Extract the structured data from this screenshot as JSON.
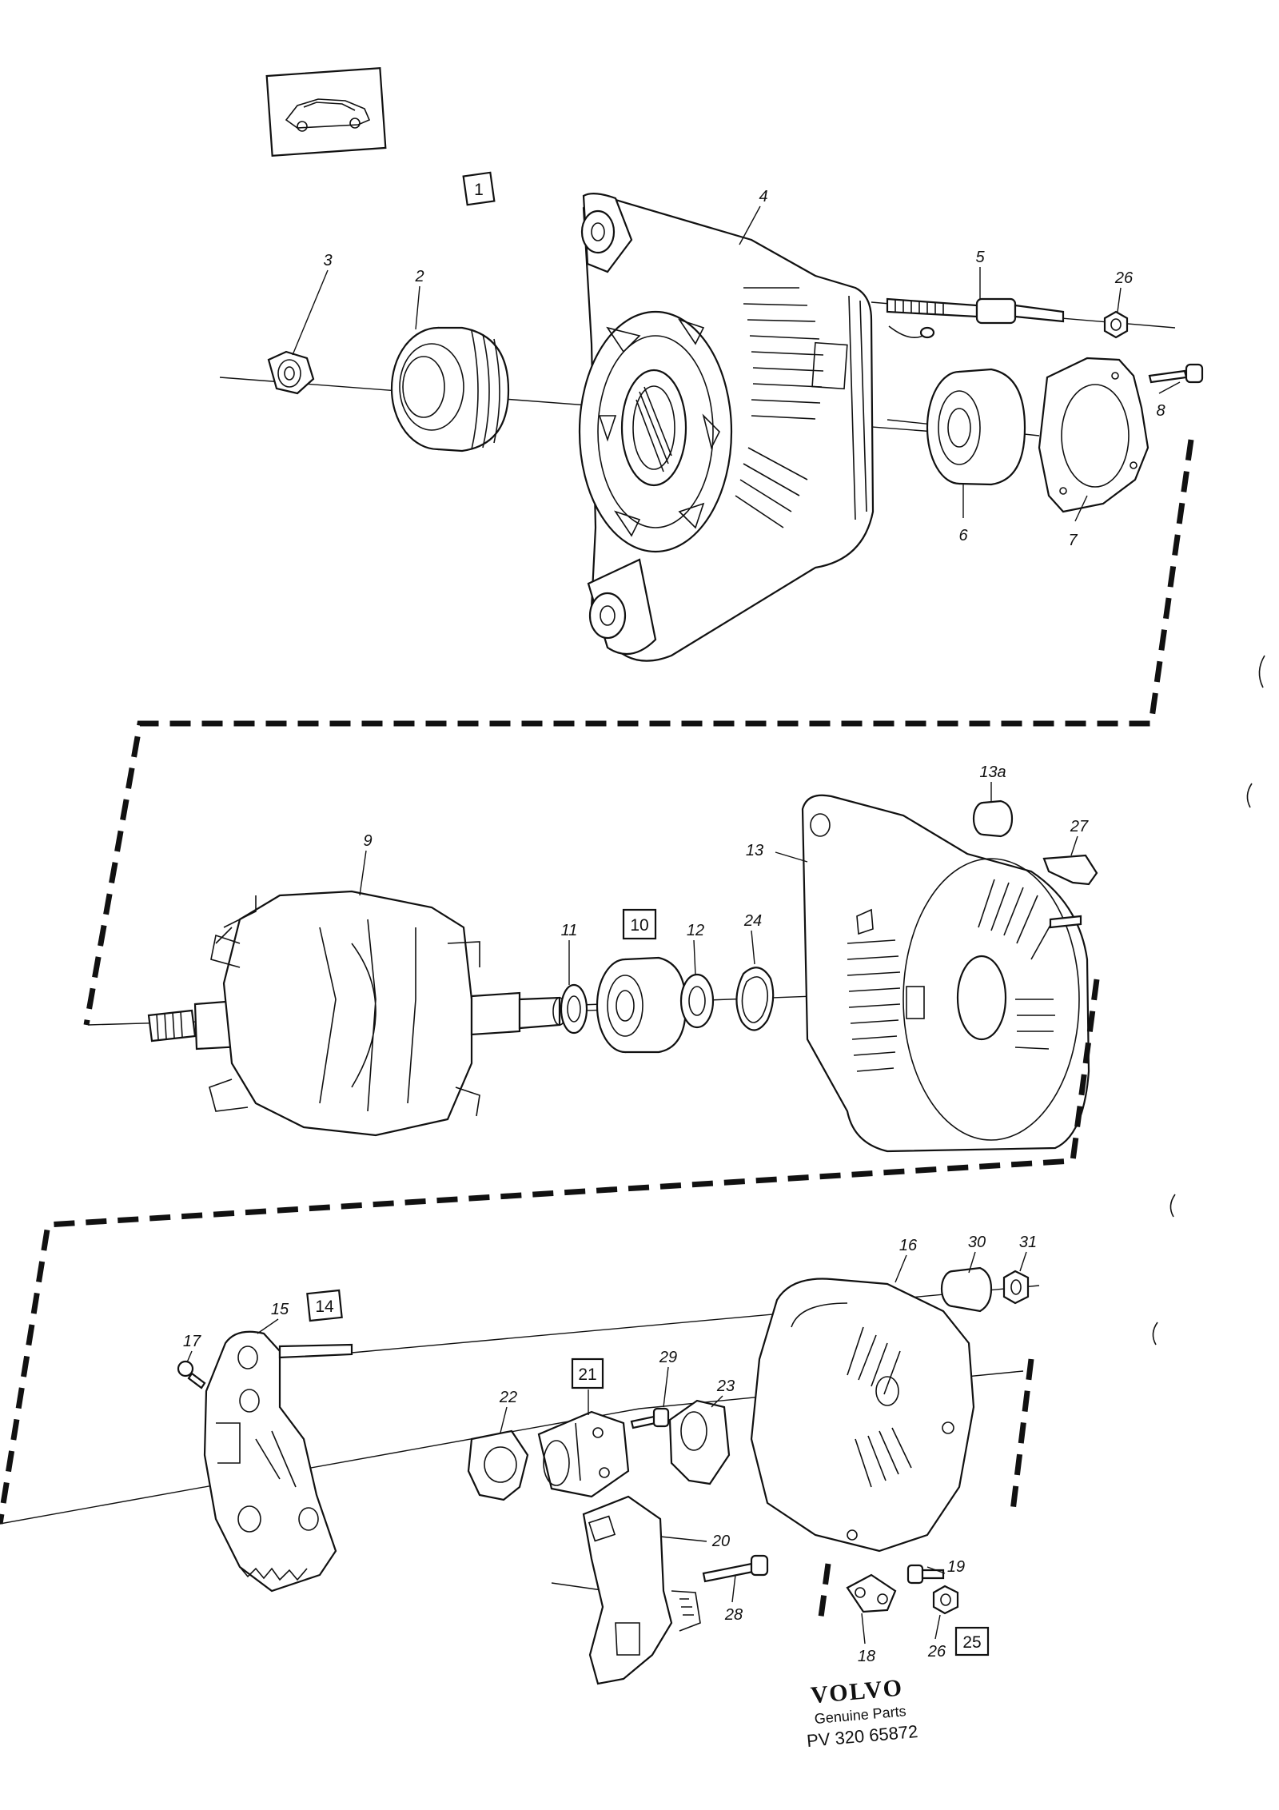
{
  "callouts": [
    {
      "id": "c1",
      "text": "1"
    },
    {
      "id": "c2",
      "text": "2"
    },
    {
      "id": "c3",
      "text": "3"
    },
    {
      "id": "c4",
      "text": "4"
    },
    {
      "id": "c5",
      "text": "5"
    },
    {
      "id": "c26a",
      "text": "26"
    },
    {
      "id": "c8",
      "text": "8"
    },
    {
      "id": "c6",
      "text": "6"
    },
    {
      "id": "c7",
      "text": "7"
    },
    {
      "id": "c13a",
      "text": "13a"
    },
    {
      "id": "c27",
      "text": "27"
    },
    {
      "id": "c13",
      "text": "13"
    },
    {
      "id": "c9",
      "text": "9"
    },
    {
      "id": "c11",
      "text": "11"
    },
    {
      "id": "c10",
      "text": "10"
    },
    {
      "id": "c12",
      "text": "12"
    },
    {
      "id": "c24",
      "text": "24"
    },
    {
      "id": "c16",
      "text": "16"
    },
    {
      "id": "c30",
      "text": "30"
    },
    {
      "id": "c31",
      "text": "31"
    },
    {
      "id": "c15",
      "text": "15"
    },
    {
      "id": "c14",
      "text": "14"
    },
    {
      "id": "c17",
      "text": "17"
    },
    {
      "id": "c22",
      "text": "22"
    },
    {
      "id": "c21",
      "text": "21"
    },
    {
      "id": "c29",
      "text": "29"
    },
    {
      "id": "c23",
      "text": "23"
    },
    {
      "id": "c20",
      "text": "20"
    },
    {
      "id": "c28",
      "text": "28"
    },
    {
      "id": "c19",
      "text": "19"
    },
    {
      "id": "c18",
      "text": "18"
    },
    {
      "id": "c26b",
      "text": "26"
    },
    {
      "id": "c25",
      "text": "25"
    }
  ],
  "branding": {
    "brand": "VOLVO",
    "tagline": "Genuine Parts",
    "code": "PV 320 65872"
  }
}
